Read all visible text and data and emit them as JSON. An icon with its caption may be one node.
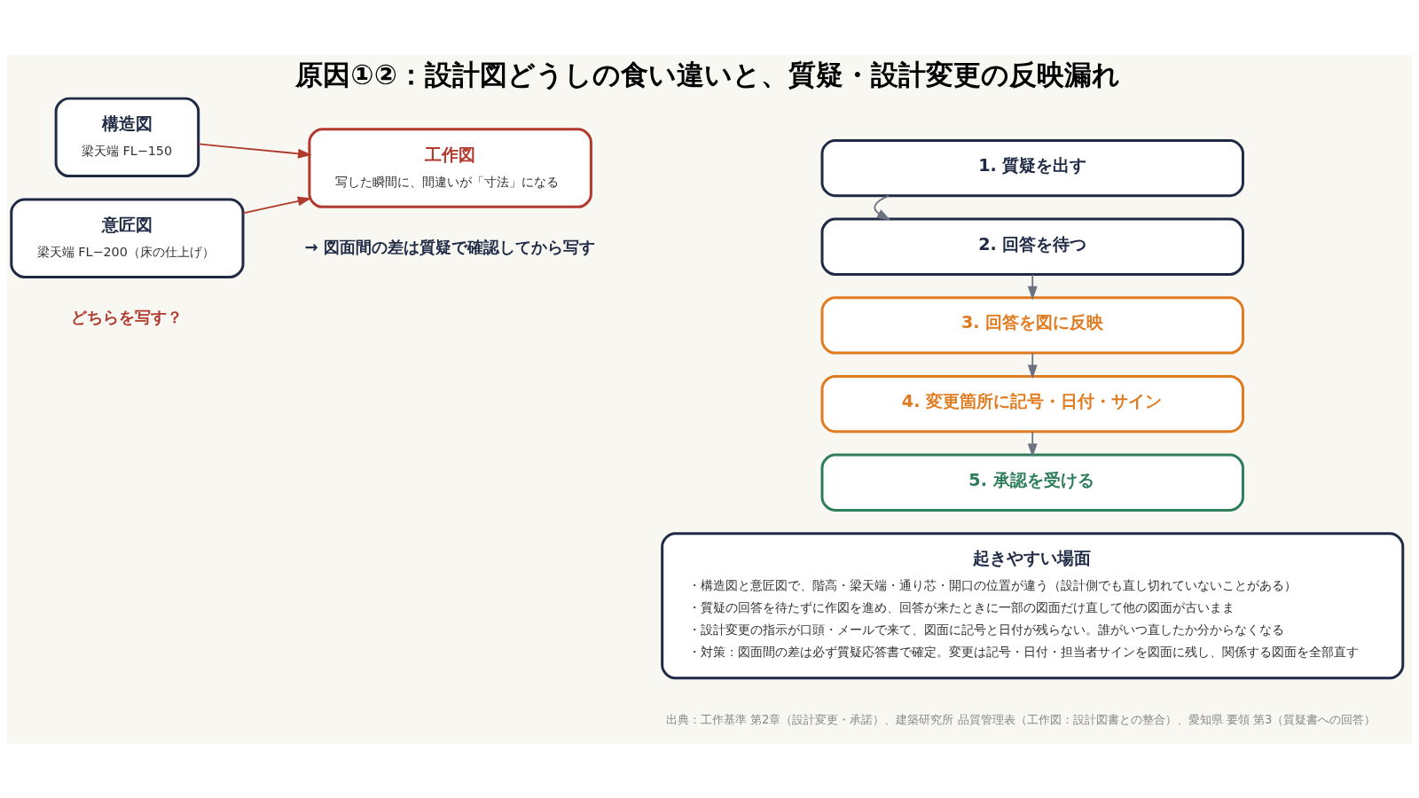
{
  "diagram": {
    "title": "原因①②：設計図どうしの食い違いと、質疑・設計変更の反映漏れ",
    "nodes": [
      {
        "text": [
          "構造図",
          "梁天端 FL−150"
        ]
      },
      {
        "text": [
          "意匠図",
          "梁天端 FL−200（床の仕上げ）"
        ]
      },
      {
        "text": [
          "工作図",
          "写した瞬間に、間違いが「寸法」になる"
        ]
      },
      {
        "text": [
          "1. 質疑を出す"
        ]
      },
      {
        "text": [
          "2. 回答を待つ"
        ]
      },
      {
        "text": [
          "3. 回答を図に反映"
        ]
      },
      {
        "text": [
          "4. 変更箇所に記号・日付・サイン"
        ]
      },
      {
        "text": [
          "5. 承認を受ける"
        ]
      },
      {
        "text": [
          "起きやすい場面",
          "・構造図と意匠図で、階高・梁天端・通り芯・開口の位置が違う（設計側でも直し切れていないことがある）",
          "・質疑の回答を待たずに作図を進め、回答が来たときに一部の図面だけ直して他の図面が古いまま",
          "・設計変更の指示が口頭・メールで来て、図面に記号と日付が残らない。誰がいつ直したか分からなくなる",
          "・対策：図面間の差は必ず質疑応答書で確定。変更は記号・日付・担当者サインを図面に残し、関係する図面を全部直す"
        ]
      }
    ],
    "edges": [
      {
        "from": 0,
        "to": 2,
        "arrow": "to",
        "color": "#b03a2e"
      },
      {
        "from": 1,
        "to": 2,
        "arrow": "to",
        "color": "#b03a2e"
      },
      {
        "from": 3,
        "to": 4,
        "arrow": "to"
      },
      {
        "from": 4,
        "to": 5,
        "arrow": "to"
      },
      {
        "from": 5,
        "to": 6,
        "arrow": "to"
      },
      {
        "from": 6,
        "to": 7,
        "arrow": "to"
      }
    ],
    "labels": [
      "どちらを写す？",
      "→ 図面間の差は質疑で確認してから写す",
      "出典：工作基準 第2章（設計変更・承諾）、建築研究所 品質管理表（工作図：設計図書との整合）、愛知県 要領 第3（質疑書への回答）"
    ]
  }
}
